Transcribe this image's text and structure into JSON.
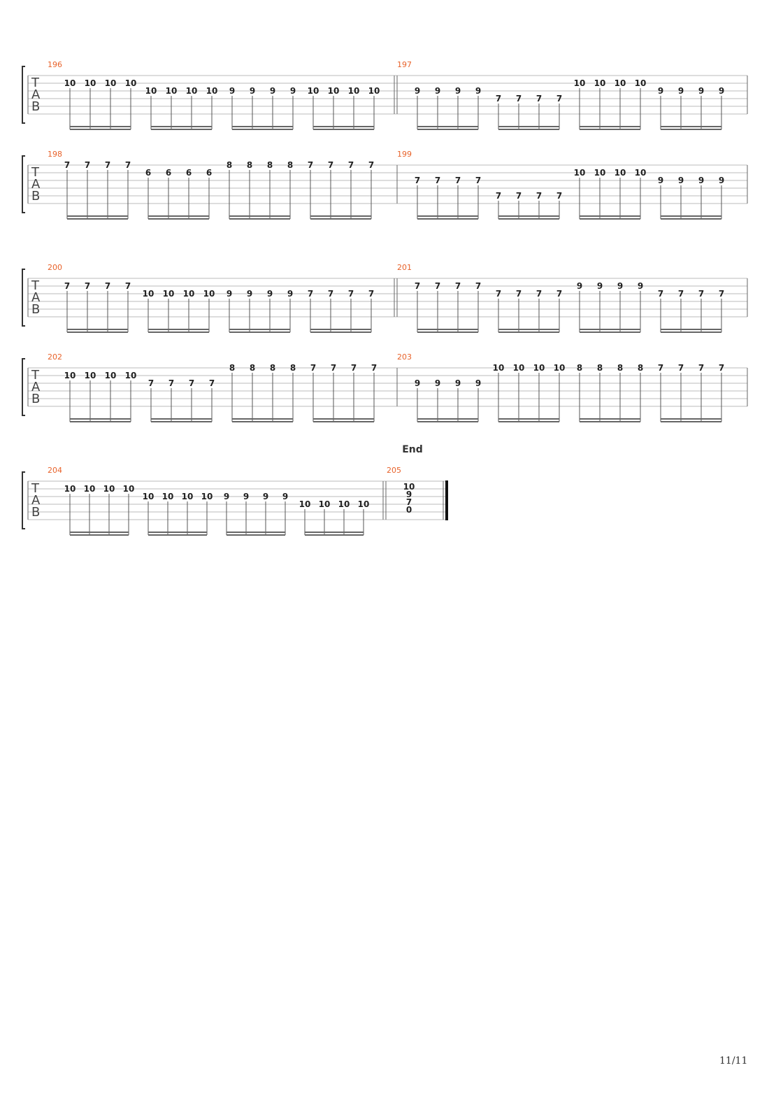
{
  "document": {
    "tab_clef": [
      "T",
      "A",
      "B"
    ],
    "page_number": "11/11",
    "section_marker": "End",
    "systems": [
      {
        "measures": [
          {
            "number": "196",
            "beats": [
              [
                10,
                10,
                10,
                10,
                1
              ],
              [
                10,
                10,
                10,
                10,
                2
              ],
              [
                9,
                9,
                9,
                9,
                2
              ],
              [
                10,
                10,
                10,
                10,
                2
              ]
            ]
          },
          {
            "number": "197",
            "beats": [
              [
                9,
                9,
                9,
                9,
                2
              ],
              [
                7,
                7,
                7,
                7,
                3
              ],
              [
                10,
                10,
                10,
                10,
                1
              ],
              [
                9,
                9,
                9,
                9,
                2
              ]
            ]
          }
        ]
      },
      {
        "measures": [
          {
            "number": "198",
            "beats": [
              [
                7,
                7,
                7,
                7,
                0
              ],
              [
                6,
                6,
                6,
                6,
                1
              ],
              [
                8,
                8,
                8,
                8,
                0
              ],
              [
                7,
                7,
                7,
                7,
                0
              ]
            ]
          },
          {
            "number": "199",
            "beats": [
              [
                7,
                7,
                7,
                7,
                2
              ],
              [
                7,
                7,
                7,
                7,
                4
              ],
              [
                10,
                10,
                10,
                10,
                1
              ],
              [
                9,
                9,
                9,
                9,
                2
              ]
            ]
          }
        ]
      },
      {
        "measures": [
          {
            "number": "200",
            "beats": [
              [
                7,
                7,
                7,
                7,
                1
              ],
              [
                10,
                10,
                10,
                10,
                2
              ],
              [
                9,
                9,
                9,
                9,
                2
              ],
              [
                7,
                7,
                7,
                7,
                2
              ]
            ]
          },
          {
            "number": "201",
            "beats": [
              [
                7,
                7,
                7,
                7,
                1
              ],
              [
                7,
                7,
                7,
                7,
                2
              ],
              [
                9,
                9,
                9,
                9,
                1
              ],
              [
                7,
                7,
                7,
                7,
                2
              ]
            ]
          }
        ]
      },
      {
        "measures": [
          {
            "number": "202",
            "beats": [
              [
                10,
                10,
                10,
                10,
                1
              ],
              [
                7,
                7,
                7,
                7,
                2
              ],
              [
                8,
                8,
                8,
                8,
                0
              ],
              [
                7,
                7,
                7,
                7,
                0
              ]
            ]
          },
          {
            "number": "203",
            "beats": [
              [
                9,
                9,
                9,
                9,
                2
              ],
              [
                10,
                10,
                10,
                10,
                0
              ],
              [
                8,
                8,
                8,
                8,
                0
              ],
              [
                7,
                7,
                7,
                7,
                0
              ]
            ]
          }
        ]
      },
      {
        "measures": [
          {
            "number": "204",
            "beats": [
              [
                10,
                10,
                10,
                10,
                1
              ],
              [
                10,
                10,
                10,
                10,
                2
              ],
              [
                9,
                9,
                9,
                9,
                2
              ],
              [
                10,
                10,
                10,
                10,
                3
              ]
            ]
          },
          {
            "number": "205",
            "chord": [
              {
                "string": 1,
                "fret": "10"
              },
              {
                "string": 2,
                "fret": "9"
              },
              {
                "string": 3,
                "fret": "7"
              },
              {
                "string": 4,
                "fret": "0"
              }
            ]
          }
        ]
      }
    ]
  }
}
